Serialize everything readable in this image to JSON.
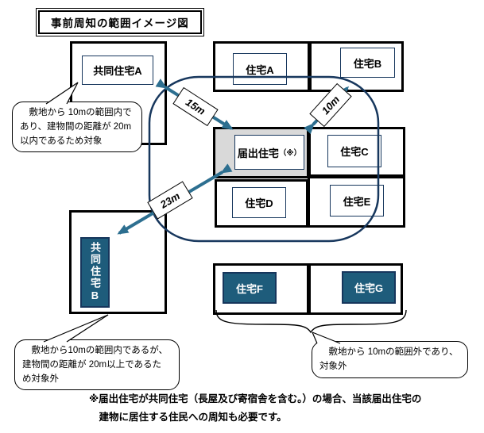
{
  "title": "事前周知の範囲イメージ図",
  "colors": {
    "building_fill": "#1E5C7B",
    "arrow": "#2D6F90",
    "navy_border": "#17375D",
    "parcel_gray": "#D9D9D9"
  },
  "buildings": {
    "apartment_a": "共同住宅A",
    "house_a": "住宅A",
    "house_b": "住宅B",
    "notified_house": "届出住宅",
    "notified_house_mark": "（※）",
    "house_c": "住宅C",
    "house_d": "住宅D",
    "house_e": "住宅E",
    "apartment_b": "共同住宅B",
    "house_f": "住宅F",
    "house_g": "住宅G"
  },
  "distances": {
    "apartment_a_to_notified": "15m",
    "house_b_to_notified": "10m",
    "apartment_b_to_notified": "23m"
  },
  "callouts": {
    "apartment_a": {
      "line1": "敷地から 10mの範囲内で",
      "line2": "あり、建物間の距離が 20m",
      "line3": "以内であるため対象"
    },
    "apartment_b": {
      "line1": "敷地から10mの範囲内であるが、",
      "line2": "建物間の距離が 20m以上であるた",
      "line3": "め対象外"
    },
    "houses_fg": {
      "line1": "敷地から 10mの範囲外であり、",
      "line2": "対象外"
    }
  },
  "footnote": {
    "line1": "※届出住宅が共同住宅（長屋及び寄宿舎を含む。）の場合、当該届出住宅の",
    "line2": "建物に居住する住民への周知も必要です。"
  }
}
